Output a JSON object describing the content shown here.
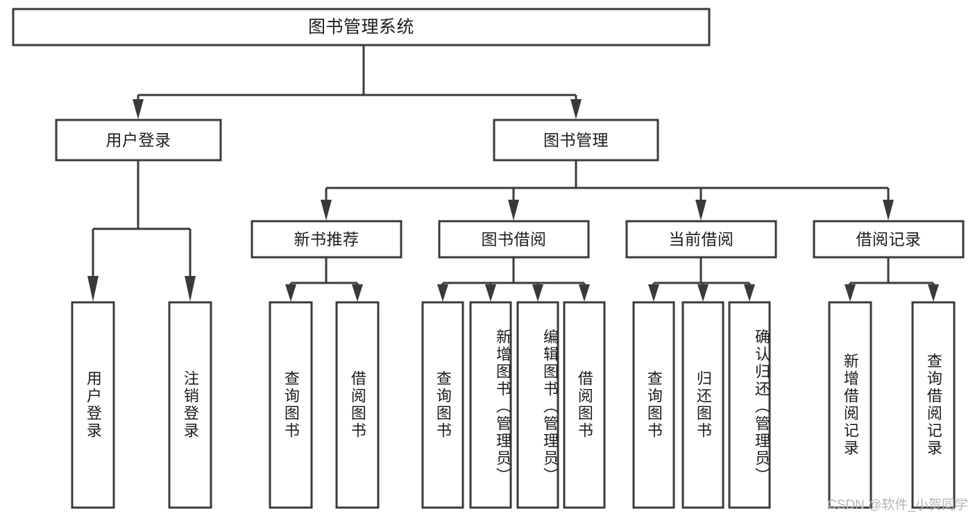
{
  "diagram": {
    "type": "tree",
    "title": "图书管理系统",
    "orientation": "top-down",
    "colors": {
      "node_fill": "#ffffff",
      "node_stroke": "#3a3a3a",
      "edge": "#3a3a3a",
      "text": "#1c1c1c",
      "background": "#ffffff",
      "watermark": "#b6b6b6"
    },
    "nodes": {
      "root": {
        "label": "图书管理系统",
        "level": 1,
        "orientation": "horizontal"
      },
      "l2": [
        {
          "id": "user-login",
          "label": "用户登录",
          "level": 2,
          "orientation": "horizontal"
        },
        {
          "id": "book-manage",
          "label": "图书管理",
          "level": 2,
          "orientation": "horizontal"
        }
      ],
      "l3": [
        {
          "id": "new-book-recommend",
          "label": "新书推荐",
          "level": 3,
          "orientation": "horizontal",
          "parent": "book-manage"
        },
        {
          "id": "book-borrow",
          "label": "图书借阅",
          "level": 3,
          "orientation": "horizontal",
          "parent": "book-manage"
        },
        {
          "id": "current-borrow",
          "label": "当前借阅",
          "level": 3,
          "orientation": "horizontal",
          "parent": "book-manage"
        },
        {
          "id": "borrow-record",
          "label": "借阅记录",
          "level": 3,
          "orientation": "horizontal",
          "parent": "book-manage"
        }
      ],
      "leaves": [
        {
          "id": "leaf-user-login",
          "label": "用户登录",
          "orientation": "vertical",
          "parent": "user-login",
          "align": "center"
        },
        {
          "id": "leaf-user-logout",
          "label": "注销登录",
          "orientation": "vertical",
          "parent": "user-login",
          "align": "center"
        },
        {
          "id": "leaf-query-book-1",
          "label": "查询图书",
          "orientation": "vertical",
          "parent": "new-book-recommend",
          "align": "center"
        },
        {
          "id": "leaf-borrow-book-1",
          "label": "借阅图书",
          "orientation": "vertical",
          "parent": "new-book-recommend",
          "align": "center"
        },
        {
          "id": "leaf-query-book-2",
          "label": "查询图书",
          "orientation": "vertical",
          "parent": "book-borrow",
          "align": "center"
        },
        {
          "id": "leaf-add-book",
          "label": "新增图书（管理员）",
          "orientation": "vertical",
          "parent": "book-borrow",
          "align": "top"
        },
        {
          "id": "leaf-edit-book",
          "label": "编辑图书（管理员）",
          "orientation": "vertical",
          "parent": "book-borrow",
          "align": "top"
        },
        {
          "id": "leaf-borrow-book-2",
          "label": "借阅图书",
          "orientation": "vertical",
          "parent": "book-borrow",
          "align": "center"
        },
        {
          "id": "leaf-query-book-3",
          "label": "查询图书",
          "orientation": "vertical",
          "parent": "current-borrow",
          "align": "center"
        },
        {
          "id": "leaf-return-book",
          "label": "归还图书",
          "orientation": "vertical",
          "parent": "current-borrow",
          "align": "center"
        },
        {
          "id": "leaf-confirm-return",
          "label": "确认归还（管理员）",
          "orientation": "vertical",
          "parent": "current-borrow",
          "align": "top"
        },
        {
          "id": "leaf-add-record",
          "label": "新增借阅记录",
          "orientation": "vertical",
          "parent": "borrow-record",
          "align": "center"
        },
        {
          "id": "leaf-query-record",
          "label": "查询借阅记录",
          "orientation": "vertical",
          "parent": "borrow-record",
          "align": "center"
        }
      ]
    },
    "watermark": "CSDN @软件_小贺同学"
  }
}
